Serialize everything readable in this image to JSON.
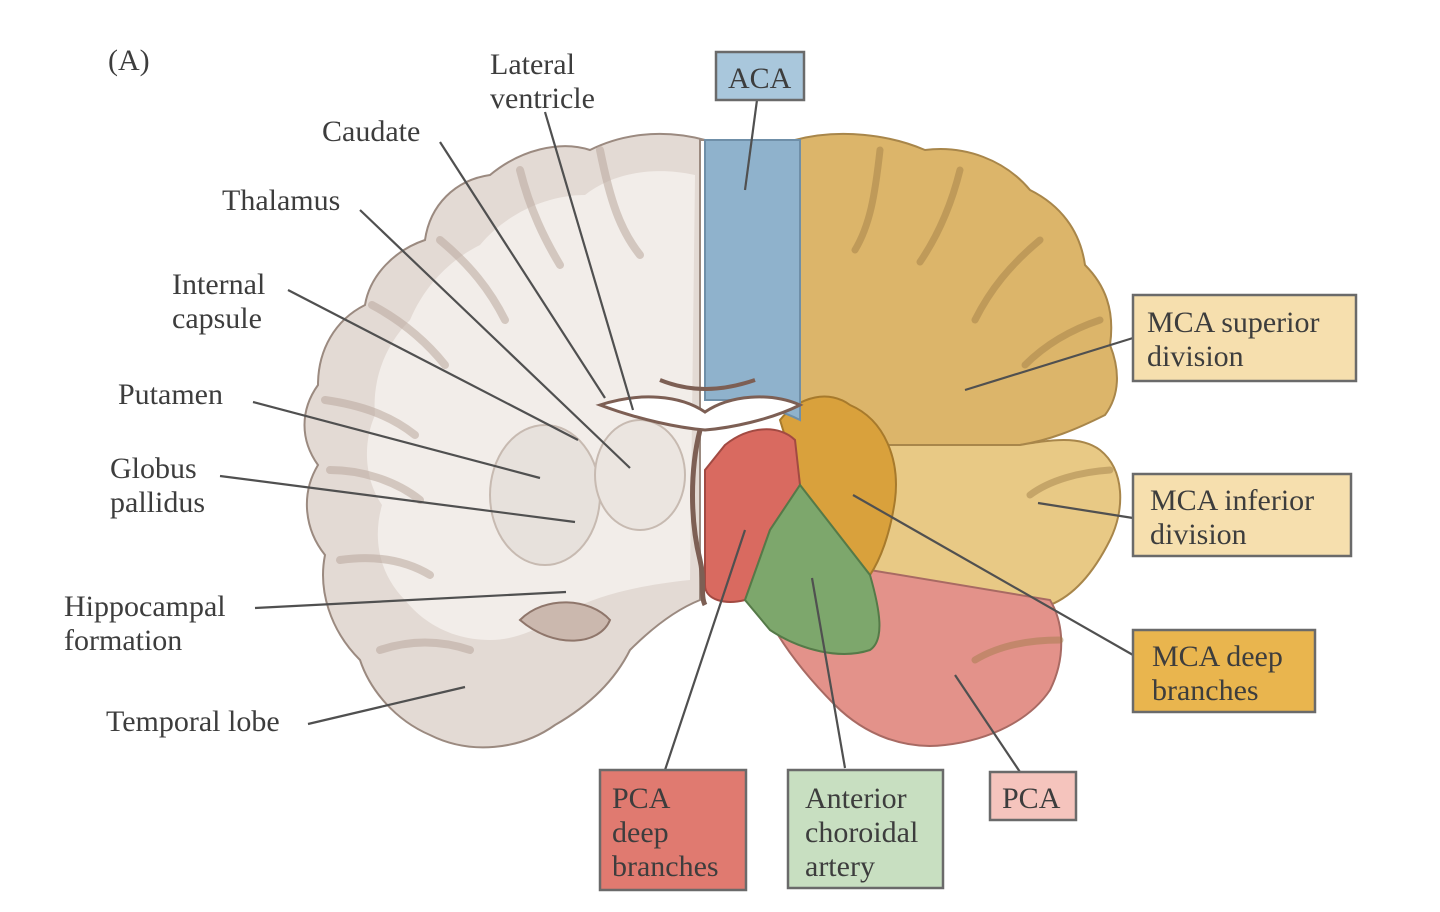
{
  "panel_label": "(A)",
  "anatomy_labels": {
    "lateral_ventricle": [
      "Lateral",
      "ventricle"
    ],
    "caudate": [
      "Caudate"
    ],
    "thalamus": [
      "Thalamus"
    ],
    "internal_capsule": [
      "Internal",
      "capsule"
    ],
    "putamen": [
      "Putamen"
    ],
    "globus_pallidus": [
      "Globus",
      "pallidus"
    ],
    "hippocampal_formation": [
      "Hippocampal",
      "formation"
    ],
    "temporal_lobe": [
      "Temporal lobe"
    ]
  },
  "territories": {
    "aca": {
      "lines": [
        "ACA"
      ],
      "fill": "#a9c7dc",
      "region": "#8fb2cc"
    },
    "mca_superior": {
      "lines": [
        "MCA superior",
        "division"
      ],
      "fill": "#f6dfae",
      "region": "#dcb56a"
    },
    "mca_inferior": {
      "lines": [
        "MCA inferior",
        "division"
      ],
      "fill": "#f6dfae",
      "region": "#e8c985"
    },
    "mca_deep": {
      "lines": [
        "MCA deep",
        "branches"
      ],
      "fill": "#e9b54e",
      "region": "#d9a13c"
    },
    "pca_deep": {
      "lines": [
        "PCA",
        "deep",
        "branches"
      ],
      "fill": "#e07a70",
      "region": "#d96a60"
    },
    "anterior_choroidal": {
      "lines": [
        "Anterior",
        "choroidal",
        "artery"
      ],
      "fill": "#c8dfc1",
      "region": "#7da76c"
    },
    "pca": {
      "lines": [
        "PCA"
      ],
      "fill": "#f5c4bd",
      "region": "#e3928a"
    }
  },
  "colors": {
    "brain_left": "#e3dad4",
    "brain_left_gyri": "#cfc2ba",
    "white_matter": "#f3efeb",
    "sulci": "#7d5f54"
  }
}
